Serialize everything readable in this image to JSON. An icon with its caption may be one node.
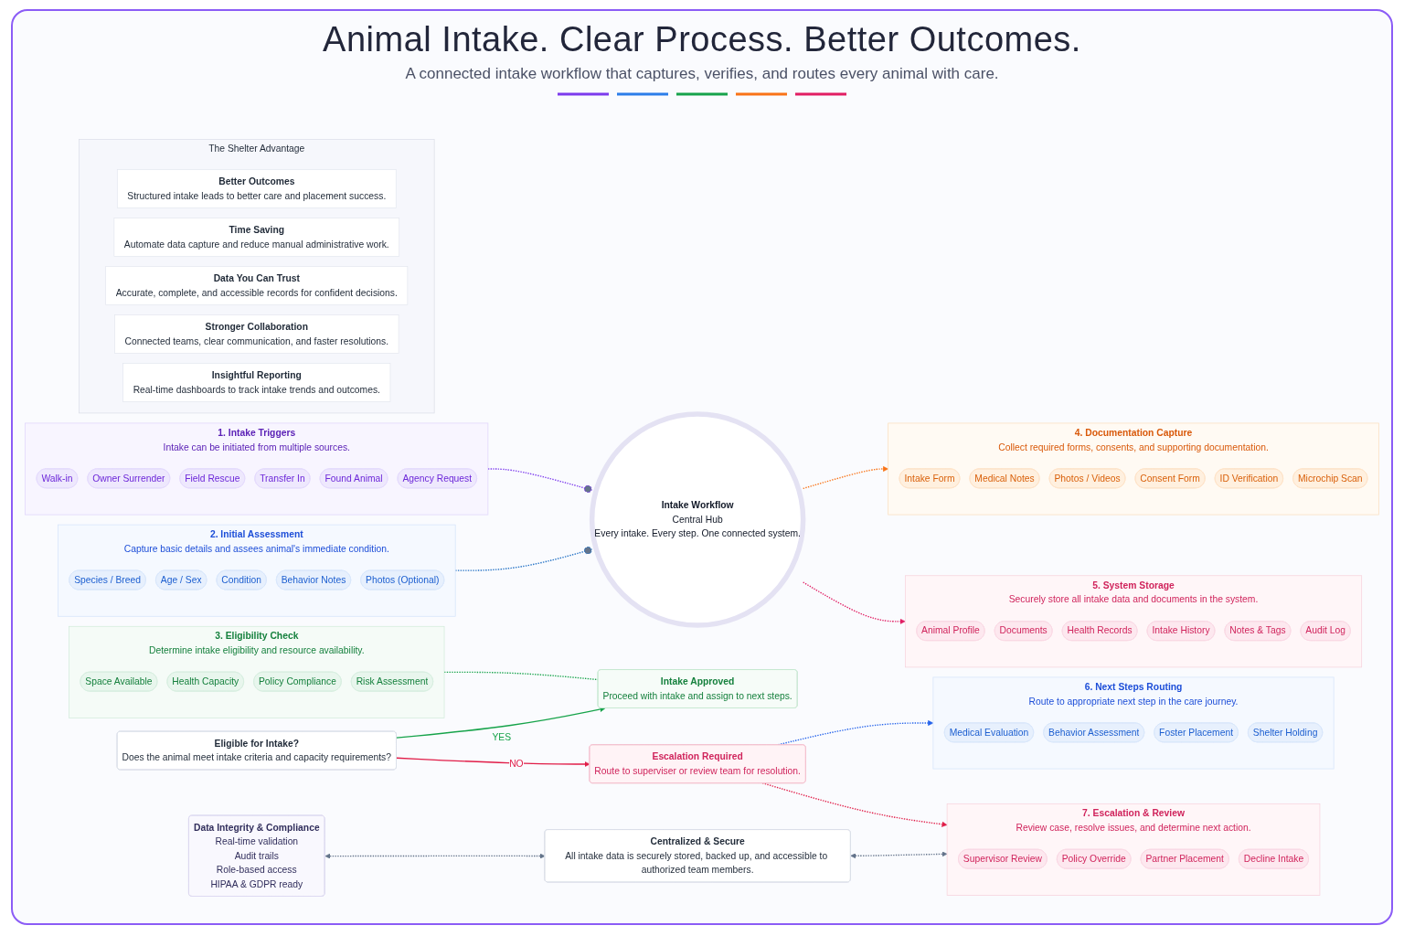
{
  "diagram": {
    "title": "Animal Intake. Clear Process. Better Outcomes.",
    "nodes": [
      {
        "text": [
          "1. Intake Triggers",
          "Intake can be initiated from multiple sources."
        ]
      },
      {
        "text": [
          "Walk-in"
        ],
        "in": 0
      },
      {
        "text": [
          "Owner Surrender"
        ],
        "in": 0
      },
      {
        "text": [
          "Field Rescue"
        ],
        "in": 0
      },
      {
        "text": [
          "Transfer In"
        ],
        "in": 0
      },
      {
        "text": [
          "Found Animal"
        ],
        "in": 0
      },
      {
        "text": [
          "Agency Request"
        ],
        "in": 0
      },
      {
        "text": [
          "4. Documentation Capture",
          "Collect required forms, consents, and supporting documentation."
        ]
      },
      {
        "text": [
          "Intake Form"
        ],
        "in": 7
      },
      {
        "text": [
          "Medical Notes"
        ],
        "in": 7
      },
      {
        "text": [
          "Photos / Videos"
        ],
        "in": 7
      },
      {
        "text": [
          "Consent Form"
        ],
        "in": 7
      },
      {
        "text": [
          "ID Verification"
        ],
        "in": 7
      },
      {
        "text": [
          "Microchip Scan"
        ],
        "in": 7
      },
      {
        "text": [
          "Intake Workflow",
          "Central Hub",
          "Every intake. Every step. One connected system."
        ]
      },
      {
        "text": [
          "2. Initial Assessment",
          "Capture basic details and assees animal's immediate condition."
        ]
      },
      {
        "text": [
          "Species / Breed"
        ],
        "in": 15
      },
      {
        "text": [
          "Age / Sex"
        ],
        "in": 15
      },
      {
        "text": [
          "Condition"
        ],
        "in": 15
      },
      {
        "text": [
          "Behavior Notes"
        ],
        "in": 15
      },
      {
        "text": [
          "Photos (Optional)"
        ],
        "in": 15
      },
      {
        "text": [
          "5. System Storage",
          "Securely store all intake data and documents in the system."
        ]
      },
      {
        "text": [
          "Animal Profile"
        ],
        "in": 21
      },
      {
        "text": [
          "Documents"
        ],
        "in": 21
      },
      {
        "text": [
          "Health Records"
        ],
        "in": 21
      },
      {
        "text": [
          "Intake History"
        ],
        "in": 21
      },
      {
        "text": [
          "Notes & Tags"
        ],
        "in": 21
      },
      {
        "text": [
          "Audit Log"
        ],
        "in": 21
      },
      {
        "text": [
          "Eligible for Intake?",
          "Does the animal meet intake criteria and capacity requirements?"
        ]
      },
      {
        "text": [
          "3. Eligibility Check",
          "Determine intake eligibility and resource availability."
        ]
      },
      {
        "text": [
          "Space Available"
        ],
        "in": 29
      },
      {
        "text": [
          "Health Capacity"
        ],
        "in": 29
      },
      {
        "text": [
          "Policy Compliance"
        ],
        "in": 29
      },
      {
        "text": [
          "Risk Assessment"
        ],
        "in": 29
      },
      {
        "text": [
          "Intake Approved",
          "Proceed with intake and assign to next steps."
        ]
      },
      {
        "text": [
          "Escalation Required",
          "Route to superviser or review team for resolution."
        ]
      },
      {
        "text": [
          "6. Next Steps Routing",
          "Route to appropriate next step in the care journey."
        ]
      },
      {
        "text": [
          "Medical Evaluation"
        ],
        "in": 36
      },
      {
        "text": [
          "Behavior Assessment"
        ],
        "in": 36
      },
      {
        "text": [
          "Foster Placement"
        ],
        "in": 36
      },
      {
        "text": [
          "Shelter Holding"
        ],
        "in": 36
      },
      {
        "text": [
          "Data Integrity & Compliance",
          "Real-time validation",
          "Audit trails",
          "Role-based access",
          "HIPAA & GDPR ready"
        ]
      },
      {
        "text": [
          "Centralized & Secure",
          "All intake data is securely stored, backed up, and accessible to authorized team members."
        ]
      },
      {
        "text": [
          "7. Escalation & Review",
          "Review case, resolve issues, and determine next action."
        ]
      },
      {
        "text": [
          "Supervisor Review"
        ],
        "in": 43
      },
      {
        "text": [
          "Policy Override"
        ],
        "in": 43
      },
      {
        "text": [
          "Partner Placement"
        ],
        "in": 43
      },
      {
        "text": [
          "Decline Intake"
        ],
        "in": 43
      },
      {
        "text": [
          "The Shelter Advantage"
        ]
      },
      {
        "text": [
          "Better Outcomes",
          "Structured intake leads to better care and placement success."
        ],
        "in": 48
      },
      {
        "text": [
          "Time Saving",
          "Automate data capture and reduce manual administrative work."
        ],
        "in": 48
      },
      {
        "text": [
          "Data You Can Trust",
          "Accurate, complete, and accessible records for confident decisions."
        ],
        "in": 48
      },
      {
        "text": [
          "Stronger Collaboration",
          "Connected teams, clear communication, and faster resolutions."
        ],
        "in": 48
      },
      {
        "text": [
          "Insightful Reporting",
          "Real-time dashboards to track intake trends and outcomes."
        ],
        "in": 48
      }
    ],
    "edges": [
      {
        "from": 0,
        "to": 14,
        "arrow": "other",
        "style": "dashed",
        "color": "#7c3aed"
      },
      {
        "from": 15,
        "to": 14,
        "arrow": "other",
        "style": "dashed",
        "color": "#1f6fc4"
      },
      {
        "from": 14,
        "to": 7,
        "arrow": "to",
        "style": "dashed",
        "color": "#f97316"
      },
      {
        "from": 14,
        "to": 21,
        "arrow": "to",
        "style": "dashed",
        "color": "#e11d63"
      },
      {
        "from": 28,
        "to": 34,
        "arrow": "to",
        "label": "YES",
        "color": "#16a34a"
      },
      {
        "from": 28,
        "to": 35,
        "arrow": "to",
        "label": "NO",
        "color": "#e11d48"
      },
      {
        "from": 29,
        "to": 34,
        "arrow": "none",
        "style": "dashed",
        "color": "#16a34a"
      },
      {
        "from": 35,
        "to": 36,
        "arrow": "to",
        "style": "dashed",
        "color": "#2563eb"
      },
      {
        "from": 35,
        "to": 43,
        "arrow": "to",
        "style": "dashed",
        "color": "#e11d48"
      },
      {
        "from": 41,
        "to": 42,
        "arrow": "both",
        "style": "dashed",
        "color": "#64748b"
      },
      {
        "from": 42,
        "to": 43,
        "arrow": "both",
        "style": "dashed",
        "color": "#64748b"
      }
    ],
    "labels": [
      "A connected intake workflow that captures, verifies, and routes every animal with care."
    ]
  }
}
